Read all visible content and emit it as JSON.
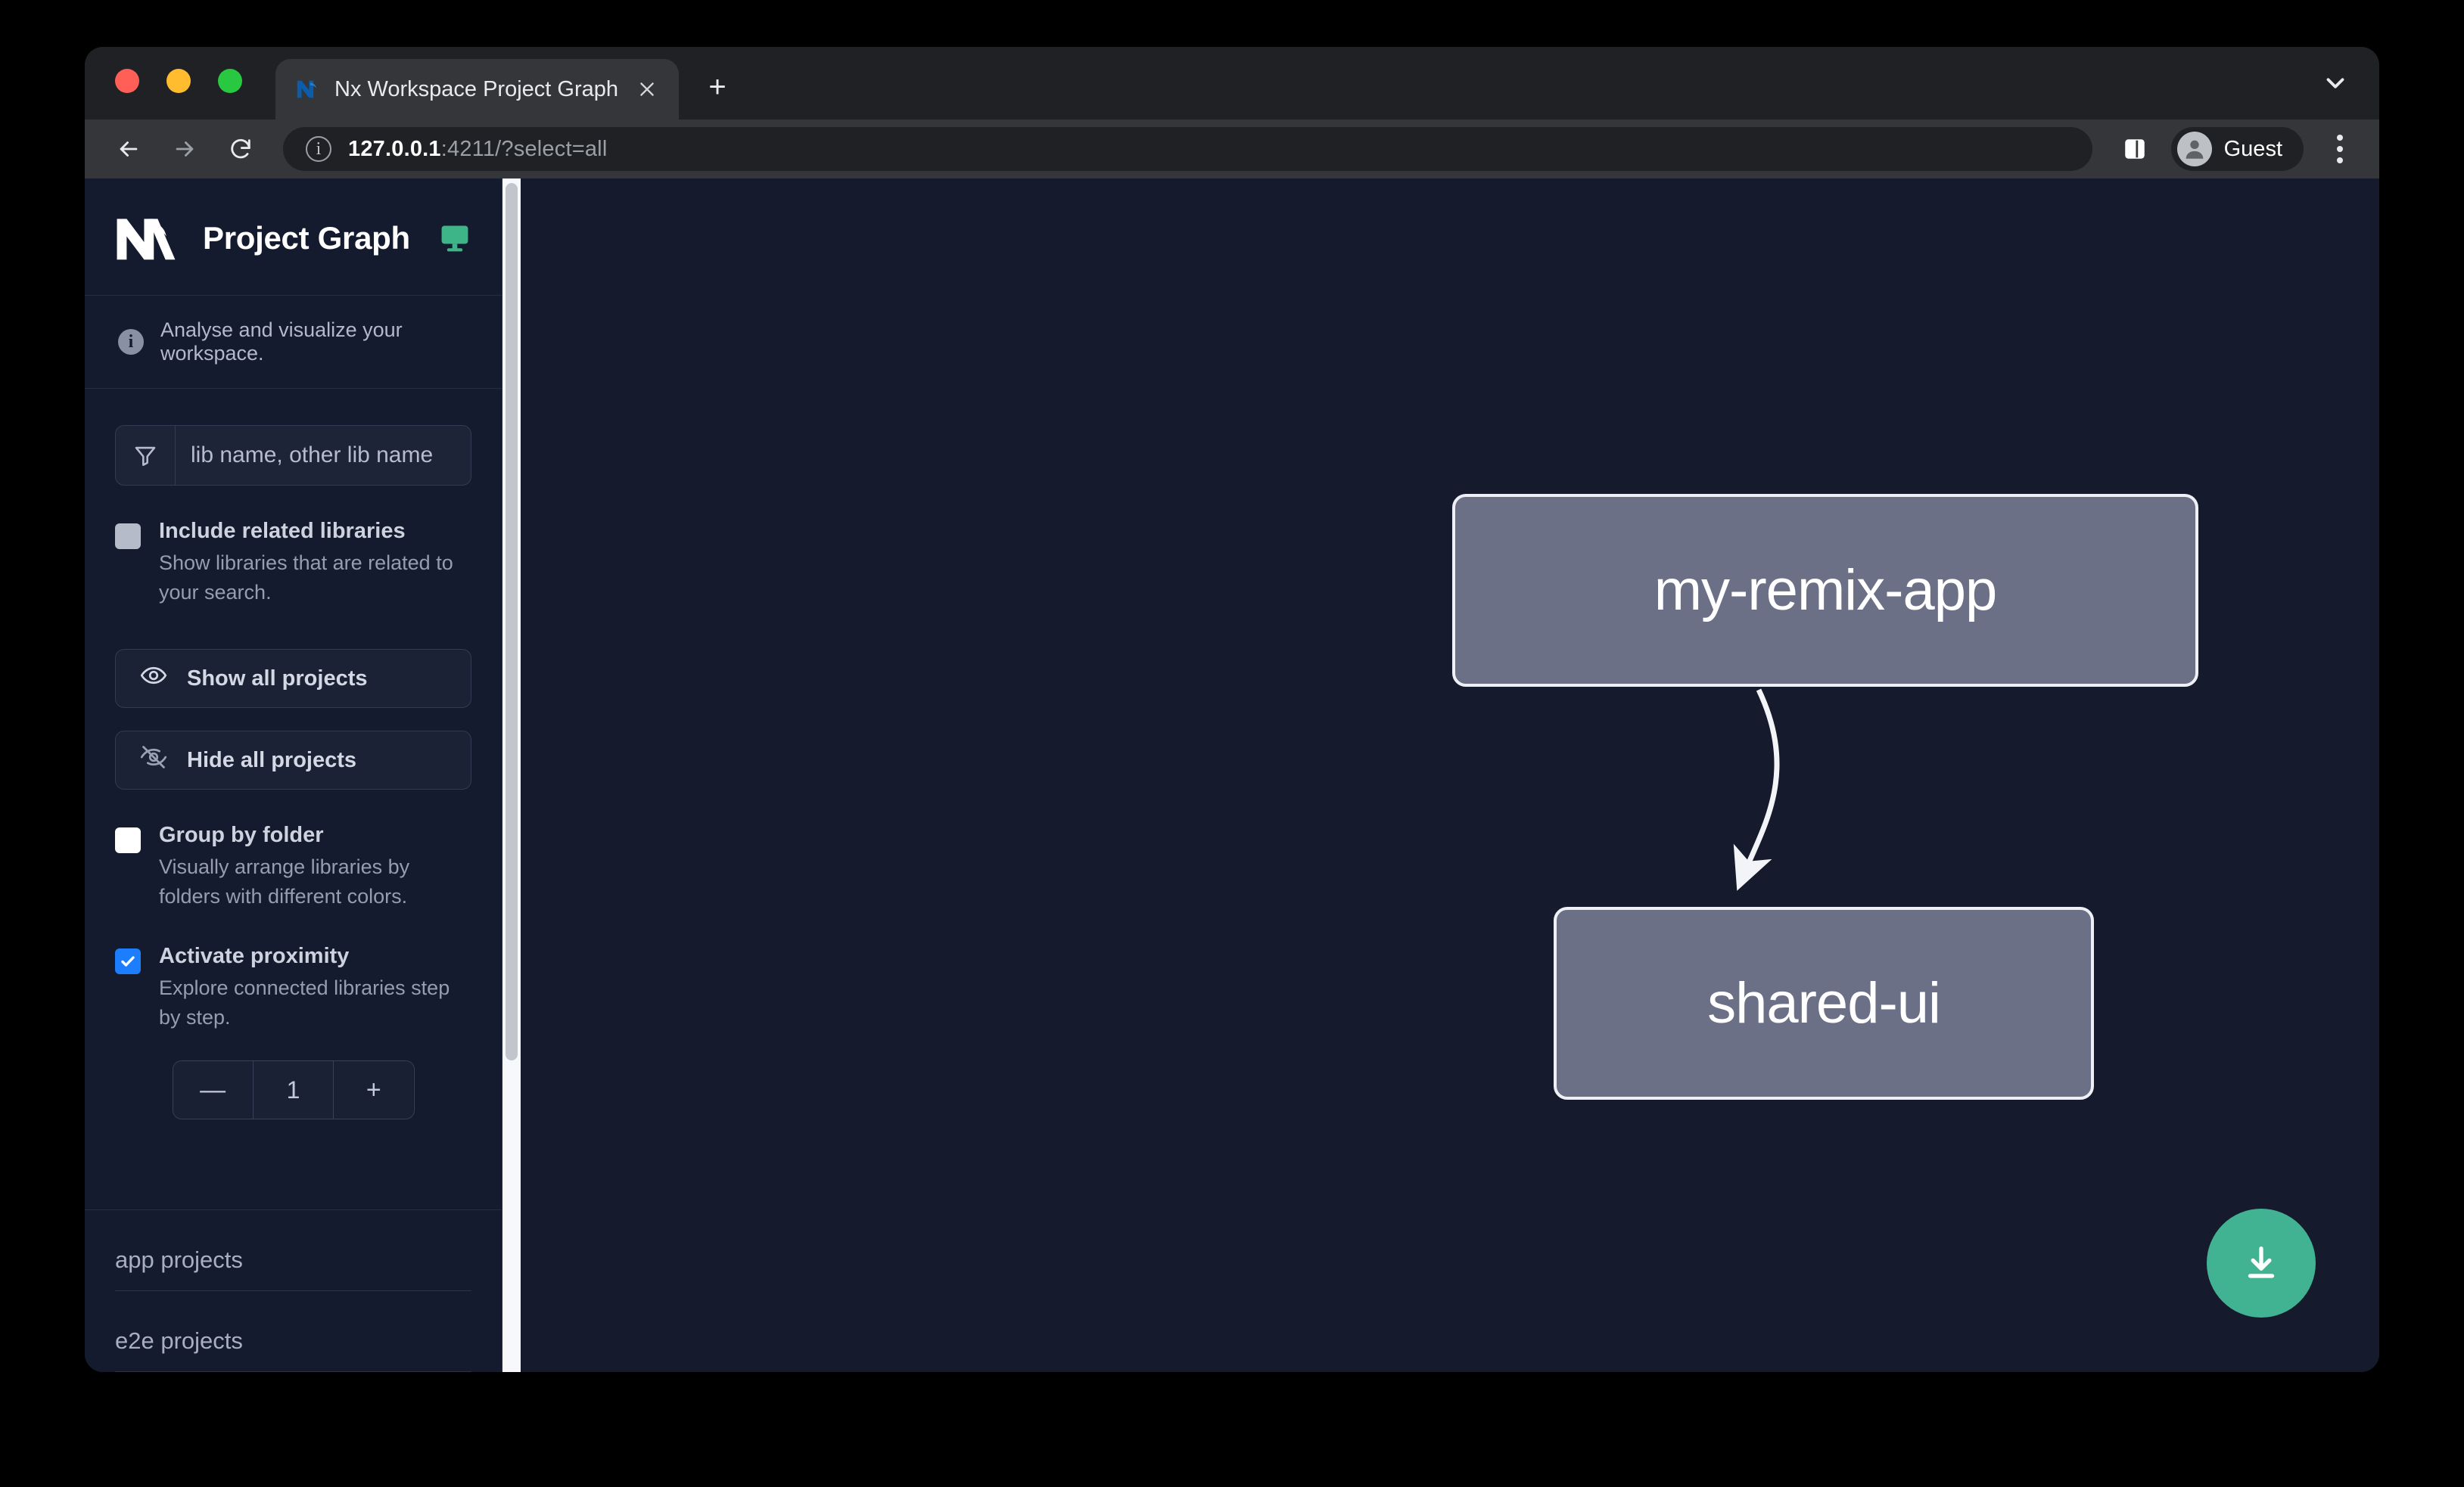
{
  "browser": {
    "tab": {
      "title": "Nx Workspace Project Graph",
      "favicon_icon": "nx-favicon-icon",
      "close_icon": "close-icon"
    },
    "new_tab_label": "+",
    "tab_list_icon": "chevron-down-icon",
    "toolbar": {
      "back_icon": "back-arrow-icon",
      "forward_icon": "forward-arrow-icon",
      "reload_icon": "reload-icon",
      "site_info_icon": "info-icon",
      "url_host": "127.0.0.1",
      "url_rest": ":4211/?select=all",
      "side_panel_icon": "side-panel-icon",
      "profile_name": "Guest",
      "avatar_icon": "person-avatar-icon",
      "menu_icon": "kebab-menu-icon"
    }
  },
  "sidebar": {
    "logo_icon": "nx-logo-icon",
    "title": "Project Graph",
    "monitor_icon": "monitor-icon",
    "info_badge": "i",
    "info_text": "Analyse and visualize your workspace.",
    "search": {
      "icon": "filter-funnel-icon",
      "placeholder": "lib name, other lib name",
      "value": ""
    },
    "options": [
      {
        "name": "include-related-libraries",
        "label": "Include related libraries",
        "description": "Show libraries that are related to your search.",
        "checked": false,
        "style": "gray"
      },
      {
        "name": "group-by-folder",
        "label": "Group by folder",
        "description": "Visually arrange libraries by folders with different colors.",
        "checked": false,
        "style": "white"
      },
      {
        "name": "activate-proximity",
        "label": "Activate proximity",
        "description": "Explore connected libraries step by step.",
        "checked": true,
        "style": "blue"
      }
    ],
    "buttons": [
      {
        "name": "show-all-projects",
        "label": "Show all projects",
        "icon": "eye-icon"
      },
      {
        "name": "hide-all-projects",
        "label": "Hide all projects",
        "icon": "eye-slash-icon"
      }
    ],
    "stepper": {
      "decrement_label": "—",
      "value": "1",
      "increment_label": "+"
    },
    "sections": [
      {
        "name": "app-projects",
        "label": "app projects"
      },
      {
        "name": "e2e-projects",
        "label": "e2e projects"
      }
    ]
  },
  "graph": {
    "nodes": [
      {
        "id": "my-remix-app",
        "label": "my-remix-app"
      },
      {
        "id": "shared-ui",
        "label": "shared-ui"
      }
    ],
    "edges": [
      {
        "from": "my-remix-app",
        "to": "shared-ui"
      }
    ],
    "download_button": {
      "name": "download-graph-button",
      "icon": "download-icon",
      "color": "#41b392"
    },
    "background_color": "#151a2d",
    "node_fill": "#6b7086",
    "node_border": "#eef0f5"
  }
}
